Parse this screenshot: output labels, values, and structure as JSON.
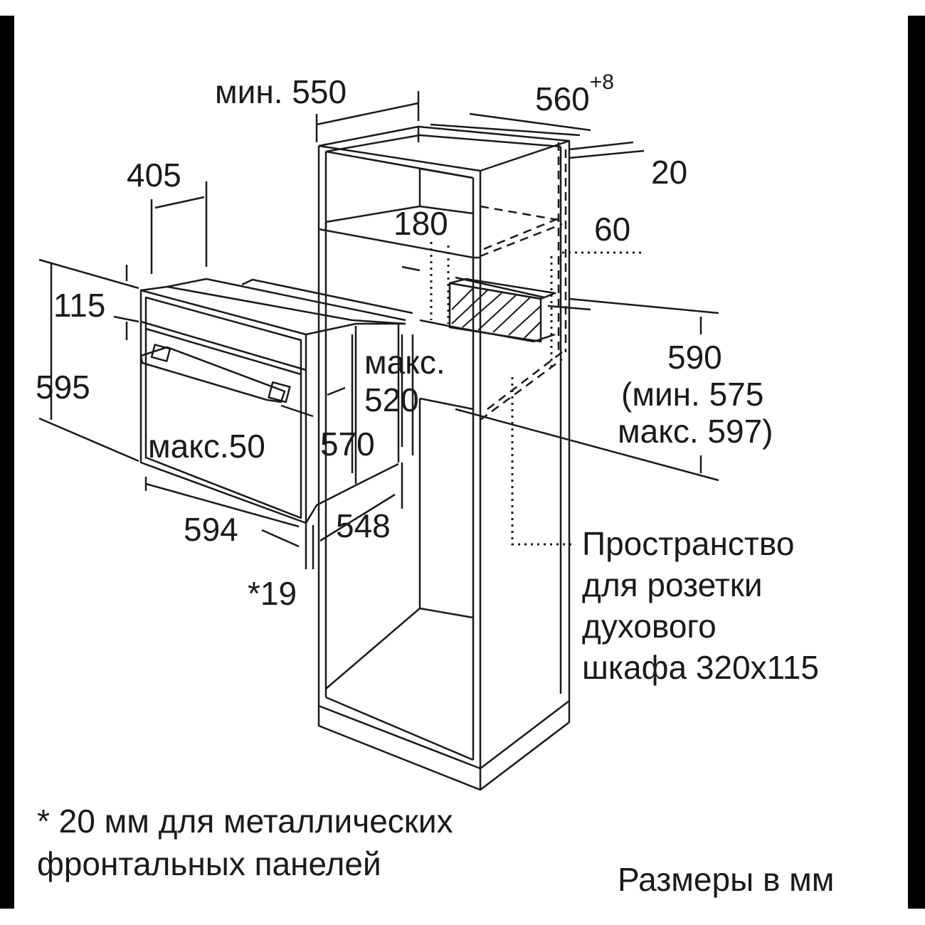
{
  "dimensions": {
    "min_depth": "мин. 550",
    "niche_width": "560",
    "niche_width_tol": "+8",
    "side_20": "20",
    "oven_depth_405": "405",
    "gap_180": "180",
    "vent_60": "60",
    "top_115": "115",
    "height_595": "595",
    "max_label_1": "макс.",
    "max_520": "520",
    "niche_height_590": "590",
    "niche_height_min": "(мин. 575",
    "niche_height_max": "макс. 597)",
    "handle_max50": "макс.50",
    "body_570": "570",
    "width_594": "594",
    "depth_548": "548",
    "front_19": "*19"
  },
  "socket_note": {
    "line1": "Пространство",
    "line2": "для розетки",
    "line3": "духового",
    "line4": "шкафа 320x115"
  },
  "footnote": {
    "line1": "* 20 мм для металлических",
    "line2": "фронтальных панелей"
  },
  "units_note": "Размеры в мм"
}
